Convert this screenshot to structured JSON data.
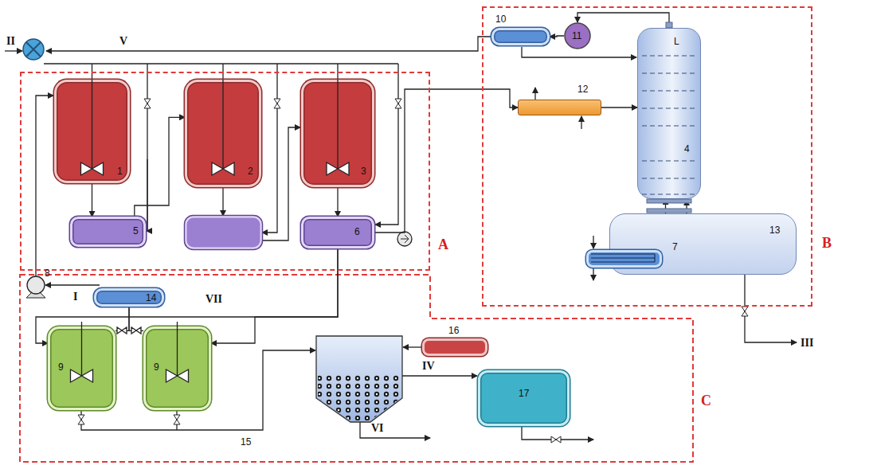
{
  "diagram": {
    "nodes": [
      {
        "text": [
          "A"
        ]
      },
      {
        "text": [
          "1"
        ],
        "in": 0
      },
      {
        "text": [
          "2"
        ],
        "in": 0
      },
      {
        "text": [
          "3"
        ],
        "in": 0
      },
      {
        "text": [
          "5"
        ],
        "in": 0
      },
      {
        "text": [
          "6"
        ],
        "in": 0
      },
      {
        "text": [
          "B"
        ]
      },
      {
        "text": [
          "4"
        ],
        "in": 6
      },
      {
        "text": [
          "10"
        ],
        "in": 6
      },
      {
        "text": [
          "11"
        ],
        "in": 6
      },
      {
        "text": [
          "12"
        ],
        "in": 6
      },
      {
        "text": [
          "13"
        ],
        "in": 6
      },
      {
        "text": [
          "7"
        ],
        "in": 11
      },
      {
        "text": [
          "C"
        ]
      },
      {
        "text": [
          "14"
        ],
        "in": 13
      },
      {
        "text": [
          "9"
        ],
        "in": 13
      },
      {
        "text": [
          "9"
        ],
        "in": 13
      },
      {
        "text": [
          "16"
        ],
        "in": 13
      },
      {
        "text": [
          "17"
        ],
        "in": 13
      }
    ],
    "edges": [
      {
        "from": 1,
        "to": 4,
        "arrow": "to"
      },
      {
        "from": 3,
        "to": 5,
        "arrow": "to"
      },
      {
        "from": 4,
        "to": 2,
        "arrow": "to"
      },
      {
        "from": 5,
        "to": 10,
        "arrow": "to"
      },
      {
        "from": 10,
        "to": 7,
        "arrow": "to"
      },
      {
        "from": 7,
        "to": 9,
        "arrow": "to"
      },
      {
        "from": 9,
        "to": 8,
        "arrow": "to"
      },
      {
        "from": 11,
        "to": 7,
        "arrow": "to"
      },
      {
        "from": 5,
        "to": 15,
        "arrow": "to"
      },
      {
        "from": 5,
        "to": 16,
        "arrow": "to"
      },
      {
        "from": 14,
        "to": 15,
        "arrow": "none"
      },
      {
        "from": 14,
        "to": 16,
        "arrow": "none"
      }
    ],
    "labels": [
      "8",
      "I",
      "II",
      "III",
      "IV",
      "V",
      "VI",
      "VII",
      "15",
      "L"
    ]
  }
}
